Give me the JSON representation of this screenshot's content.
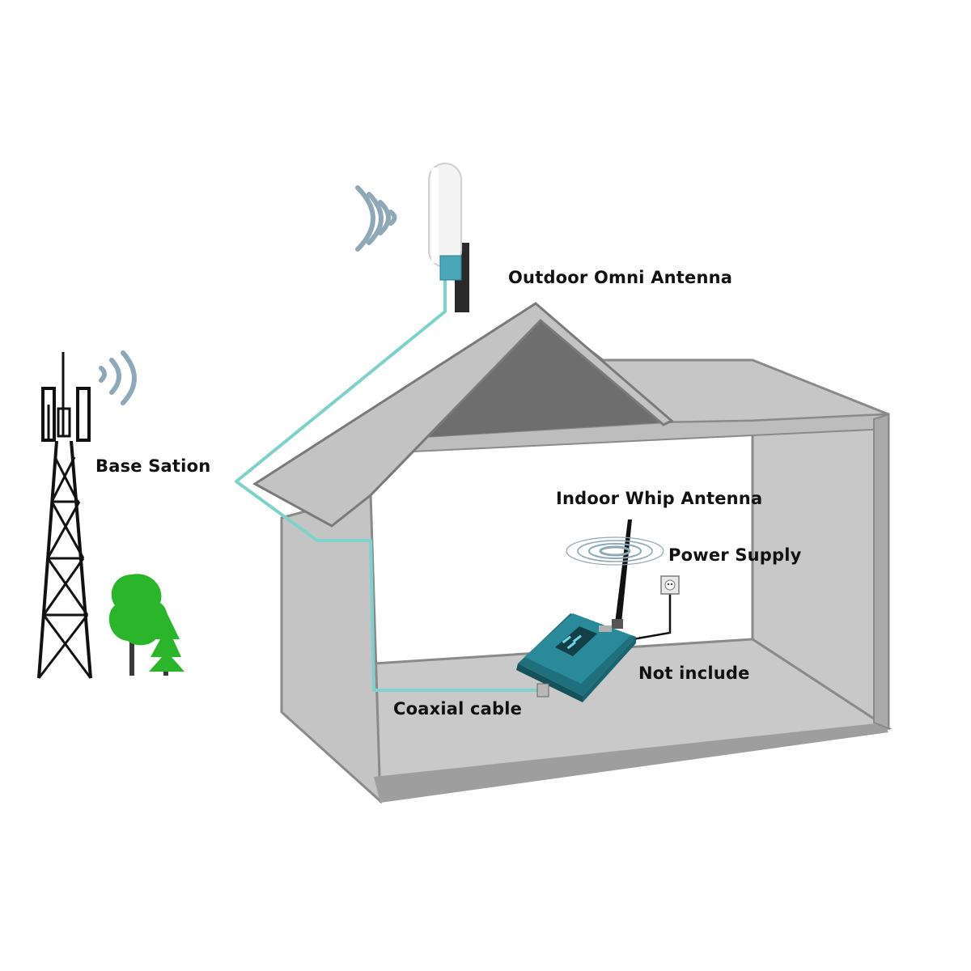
{
  "labels": {
    "outdoor_antenna": "Outdoor Omni Antenna",
    "base_station": "Base Sation",
    "indoor_antenna": "Indoor Whip Antenna",
    "power_supply": "Power Supply",
    "not_include": "Not include",
    "coaxial_cable": "Coaxial cable"
  },
  "colors": {
    "wall_outline": "#7a7a7a",
    "wall_fill": "#c6c6c6",
    "wall_light": "#d2d2d2",
    "gable_dark": "#6e6e6e",
    "cable": "#7fd2cc",
    "signal": "#8fa8b8",
    "booster": "#2a8a9a",
    "tree_green": "#2bb52b",
    "trunk": "#3a3a3a"
  },
  "icons": {
    "tower": "cell-tower-icon",
    "outdoor_antenna": "omni-antenna-icon",
    "indoor_antenna": "whip-antenna-icon",
    "booster": "signal-booster-icon",
    "power": "power-outlet-icon",
    "trees": "tree-icon"
  }
}
